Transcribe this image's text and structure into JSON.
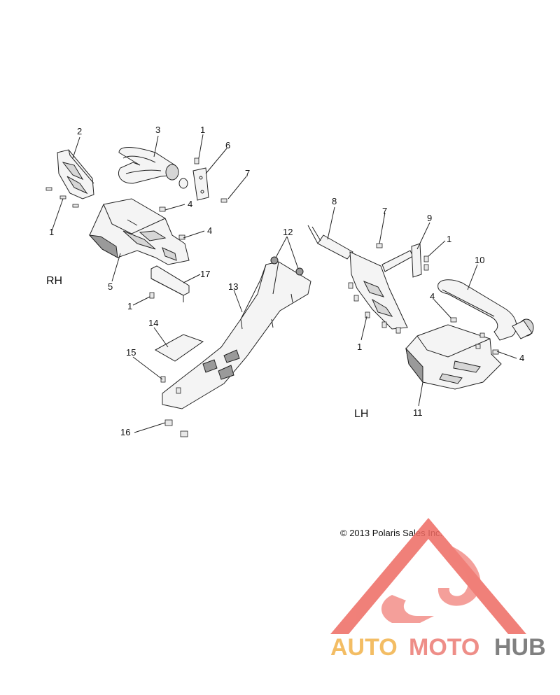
{
  "callouts": {
    "c1a": "2",
    "c1b": "3",
    "c1c": "1",
    "c1d": "6",
    "c1e": "7",
    "c1f": "1",
    "c1g": "4",
    "c1h": "4",
    "c1i": "5",
    "c1j": "17",
    "c1k": "1",
    "c1l": "12",
    "c1m": "13",
    "c1n": "14",
    "c1o": "15",
    "c1p": "16",
    "c2a": "8",
    "c2b": "7",
    "c2c": "9",
    "c2d": "1",
    "c2e": "10",
    "c2f": "4",
    "c2g": "1",
    "c2h": "4",
    "c2i": "11"
  },
  "labels": {
    "rh": "RH",
    "lh": "LH",
    "copyright": "© 2013 Polaris Sales Inc."
  },
  "watermark": {
    "part1": "AUTO",
    "part2": "MOTO",
    "part3": "HUB",
    "color_auto": "#f2b24a",
    "color_moto": "#ec7b74",
    "color_hub": "#6b6b6b",
    "triangle_color": "#ee6a62"
  }
}
